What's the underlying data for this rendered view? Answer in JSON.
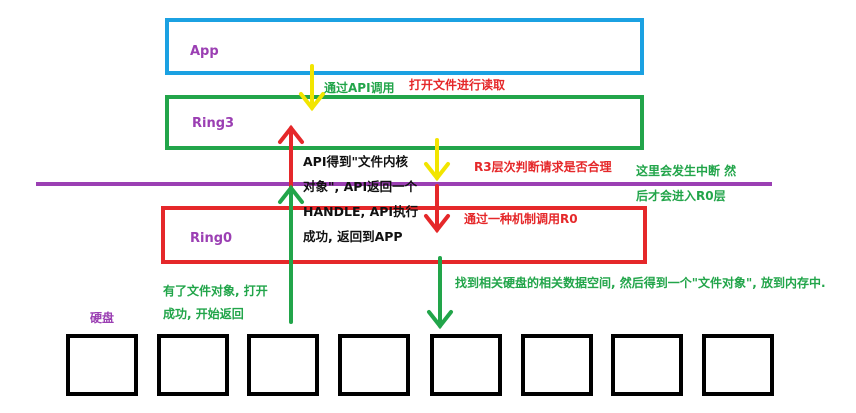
{
  "layers": {
    "app": "App",
    "ring3": "Ring3",
    "ring0": "Ring0"
  },
  "disk": {
    "label": "硬盘",
    "block_count": 8
  },
  "annotations": {
    "api_call": "通过API调用",
    "open_file_read": "打开文件进行读取",
    "r3_check": "R3层次判断请求是否合理",
    "interrupt": [
      "这里会发生中断 然",
      "后才会进入R0层"
    ],
    "mechanism_call": "通过一种机制调用R0",
    "find_space": "找到相关硬盘的相关数据空间, 然后得到一个\"文件对象\", 放到内存中.",
    "got_object": [
      "有了文件对象, 打开",
      "成功, 开始返回"
    ],
    "api_result": [
      "API得到\"文件内核",
      "对象\", API返回一个",
      "HANDLE, API执行",
      "成功, 返回到APP"
    ]
  },
  "colors": {
    "app_border": "#1ba1e2",
    "ring3_border": "#22a54a",
    "ring0_border": "#e5282a",
    "boundary_line": "#9b3fb3",
    "arrow_yellow": "#f2e500",
    "arrow_red": "#e5282a",
    "arrow_green": "#22a54a"
  }
}
